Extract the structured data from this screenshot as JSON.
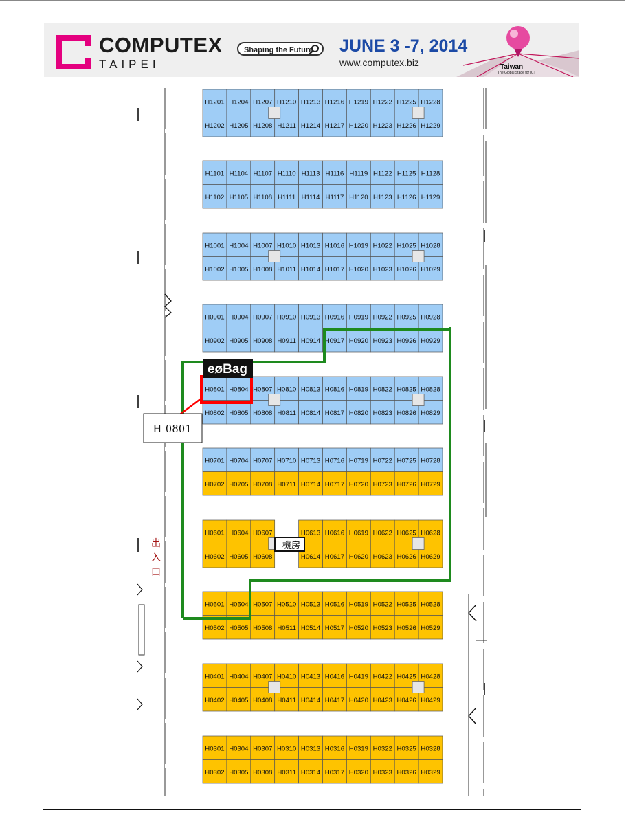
{
  "banner": {
    "brand": "COMPUTEX",
    "brand_sub": "TAIPEI",
    "tagline": "Shaping the Future",
    "dates": "JUNE 3 -7, 2014",
    "url": "www.computex.biz",
    "country": "Taiwan",
    "country_sub": "The Global Stage for ICT"
  },
  "colors": {
    "blue_booth": "#9fcdf6",
    "yellow_booth": "#fec300",
    "route": "#1e8a1e",
    "highlight": "#ff0000",
    "brand_pink": "#e4007f"
  },
  "callout": {
    "label": "H 0801"
  },
  "exhibitor_logo": {
    "text": "eøBag"
  },
  "machine_room": {
    "label": "機房"
  },
  "entrance": {
    "chars": [
      "出",
      "入",
      "口"
    ]
  },
  "rows": [
    {
      "prefix": "H12",
      "color": "blue_top",
      "colors": [
        "blue",
        "blue"
      ],
      "top": [
        "H1201",
        "H1204",
        "H1207",
        "H1210",
        "H1213",
        "H1216",
        "H1219",
        "H1222",
        "H1225",
        "H1228"
      ],
      "bottom": [
        "H1202",
        "H1205",
        "H1208",
        "H1211",
        "H1214",
        "H1217",
        "H1220",
        "H1223",
        "H1226",
        "H1229"
      ]
    },
    {
      "prefix": "H11",
      "colors": [
        "blue",
        "blue"
      ],
      "top": [
        "H1101",
        "H1104",
        "H1107",
        "H1110",
        "H1113",
        "H1116",
        "H1119",
        "H1122",
        "H1125",
        "H1128"
      ],
      "bottom": [
        "H1102",
        "H1105",
        "H1108",
        "H1111",
        "H1114",
        "H1117",
        "H1120",
        "H1123",
        "H1126",
        "H1129"
      ]
    },
    {
      "prefix": "H10",
      "colors": [
        "blue",
        "blue"
      ],
      "top": [
        "H1001",
        "H1004",
        "H1007",
        "H1010",
        "H1013",
        "H1016",
        "H1019",
        "H1022",
        "H1025",
        "H1028"
      ],
      "bottom": [
        "H1002",
        "H1005",
        "H1008",
        "H1011",
        "H1014",
        "H1017",
        "H1020",
        "H1023",
        "H1026",
        "H1029"
      ]
    },
    {
      "prefix": "H09",
      "colors": [
        "blue",
        "blue"
      ],
      "top": [
        "H0901",
        "H0904",
        "H0907",
        "H0910",
        "H0913",
        "H0916",
        "H0919",
        "H0922",
        "H0925",
        "H0928"
      ],
      "bottom": [
        "H0902",
        "H0905",
        "H0908",
        "H0911",
        "H0914",
        "H0917",
        "H0920",
        "H0923",
        "H0926",
        "H0929"
      ]
    },
    {
      "prefix": "H08",
      "colors": [
        "blue",
        "blue"
      ],
      "top": [
        "H0801",
        "H0804",
        "H0807",
        "H0810",
        "H0813",
        "H0816",
        "H0819",
        "H0822",
        "H0825",
        "H0828"
      ],
      "bottom": [
        "H0802",
        "H0805",
        "H0808",
        "H0811",
        "H0814",
        "H0817",
        "H0820",
        "H0823",
        "H0826",
        "H0829"
      ]
    },
    {
      "prefix": "H07",
      "colors": [
        "blue",
        "yellow"
      ],
      "top": [
        "H0701",
        "H0704",
        "H0707",
        "H0710",
        "H0713",
        "H0716",
        "H0719",
        "H0722",
        "H0725",
        "H0728"
      ],
      "bottom": [
        "H0702",
        "H0705",
        "H0708",
        "H0711",
        "H0714",
        "H0717",
        "H0720",
        "H0723",
        "H0726",
        "H0729"
      ]
    },
    {
      "prefix": "H06",
      "colors": [
        "yellow",
        "yellow"
      ],
      "top": [
        "H0601",
        "H0604",
        "H0607",
        "",
        "H0613",
        "H0616",
        "H0619",
        "H0622",
        "H0625",
        "H0628"
      ],
      "bottom": [
        "H0602",
        "H0605",
        "H0608",
        "",
        "H0614",
        "H0617",
        "H0620",
        "H0623",
        "H0626",
        "H0629"
      ]
    },
    {
      "prefix": "H05",
      "colors": [
        "yellow",
        "yellow"
      ],
      "top": [
        "H0501",
        "H0504",
        "H0507",
        "H0510",
        "H0513",
        "H0516",
        "H0519",
        "H0522",
        "H0525",
        "H0528"
      ],
      "bottom": [
        "H0502",
        "H0505",
        "H0508",
        "H0511",
        "H0514",
        "H0517",
        "H0520",
        "H0523",
        "H0526",
        "H0529"
      ]
    },
    {
      "prefix": "H04",
      "colors": [
        "yellow",
        "yellow"
      ],
      "top": [
        "H0401",
        "H0404",
        "H0407",
        "H0410",
        "H0413",
        "H0416",
        "H0419",
        "H0422",
        "H0425",
        "H0428"
      ],
      "bottom": [
        "H0402",
        "H0405",
        "H0408",
        "H0411",
        "H0414",
        "H0417",
        "H0420",
        "H0423",
        "H0426",
        "H0429"
      ]
    },
    {
      "prefix": "H03",
      "colors": [
        "yellow",
        "yellow"
      ],
      "top": [
        "H0301",
        "H0304",
        "H0307",
        "H0310",
        "H0313",
        "H0316",
        "H0319",
        "H0322",
        "H0325",
        "H0328"
      ],
      "bottom": [
        "H0302",
        "H0305",
        "H0308",
        "H0311",
        "H0314",
        "H0317",
        "H0320",
        "H0323",
        "H0326",
        "H0329"
      ]
    }
  ]
}
